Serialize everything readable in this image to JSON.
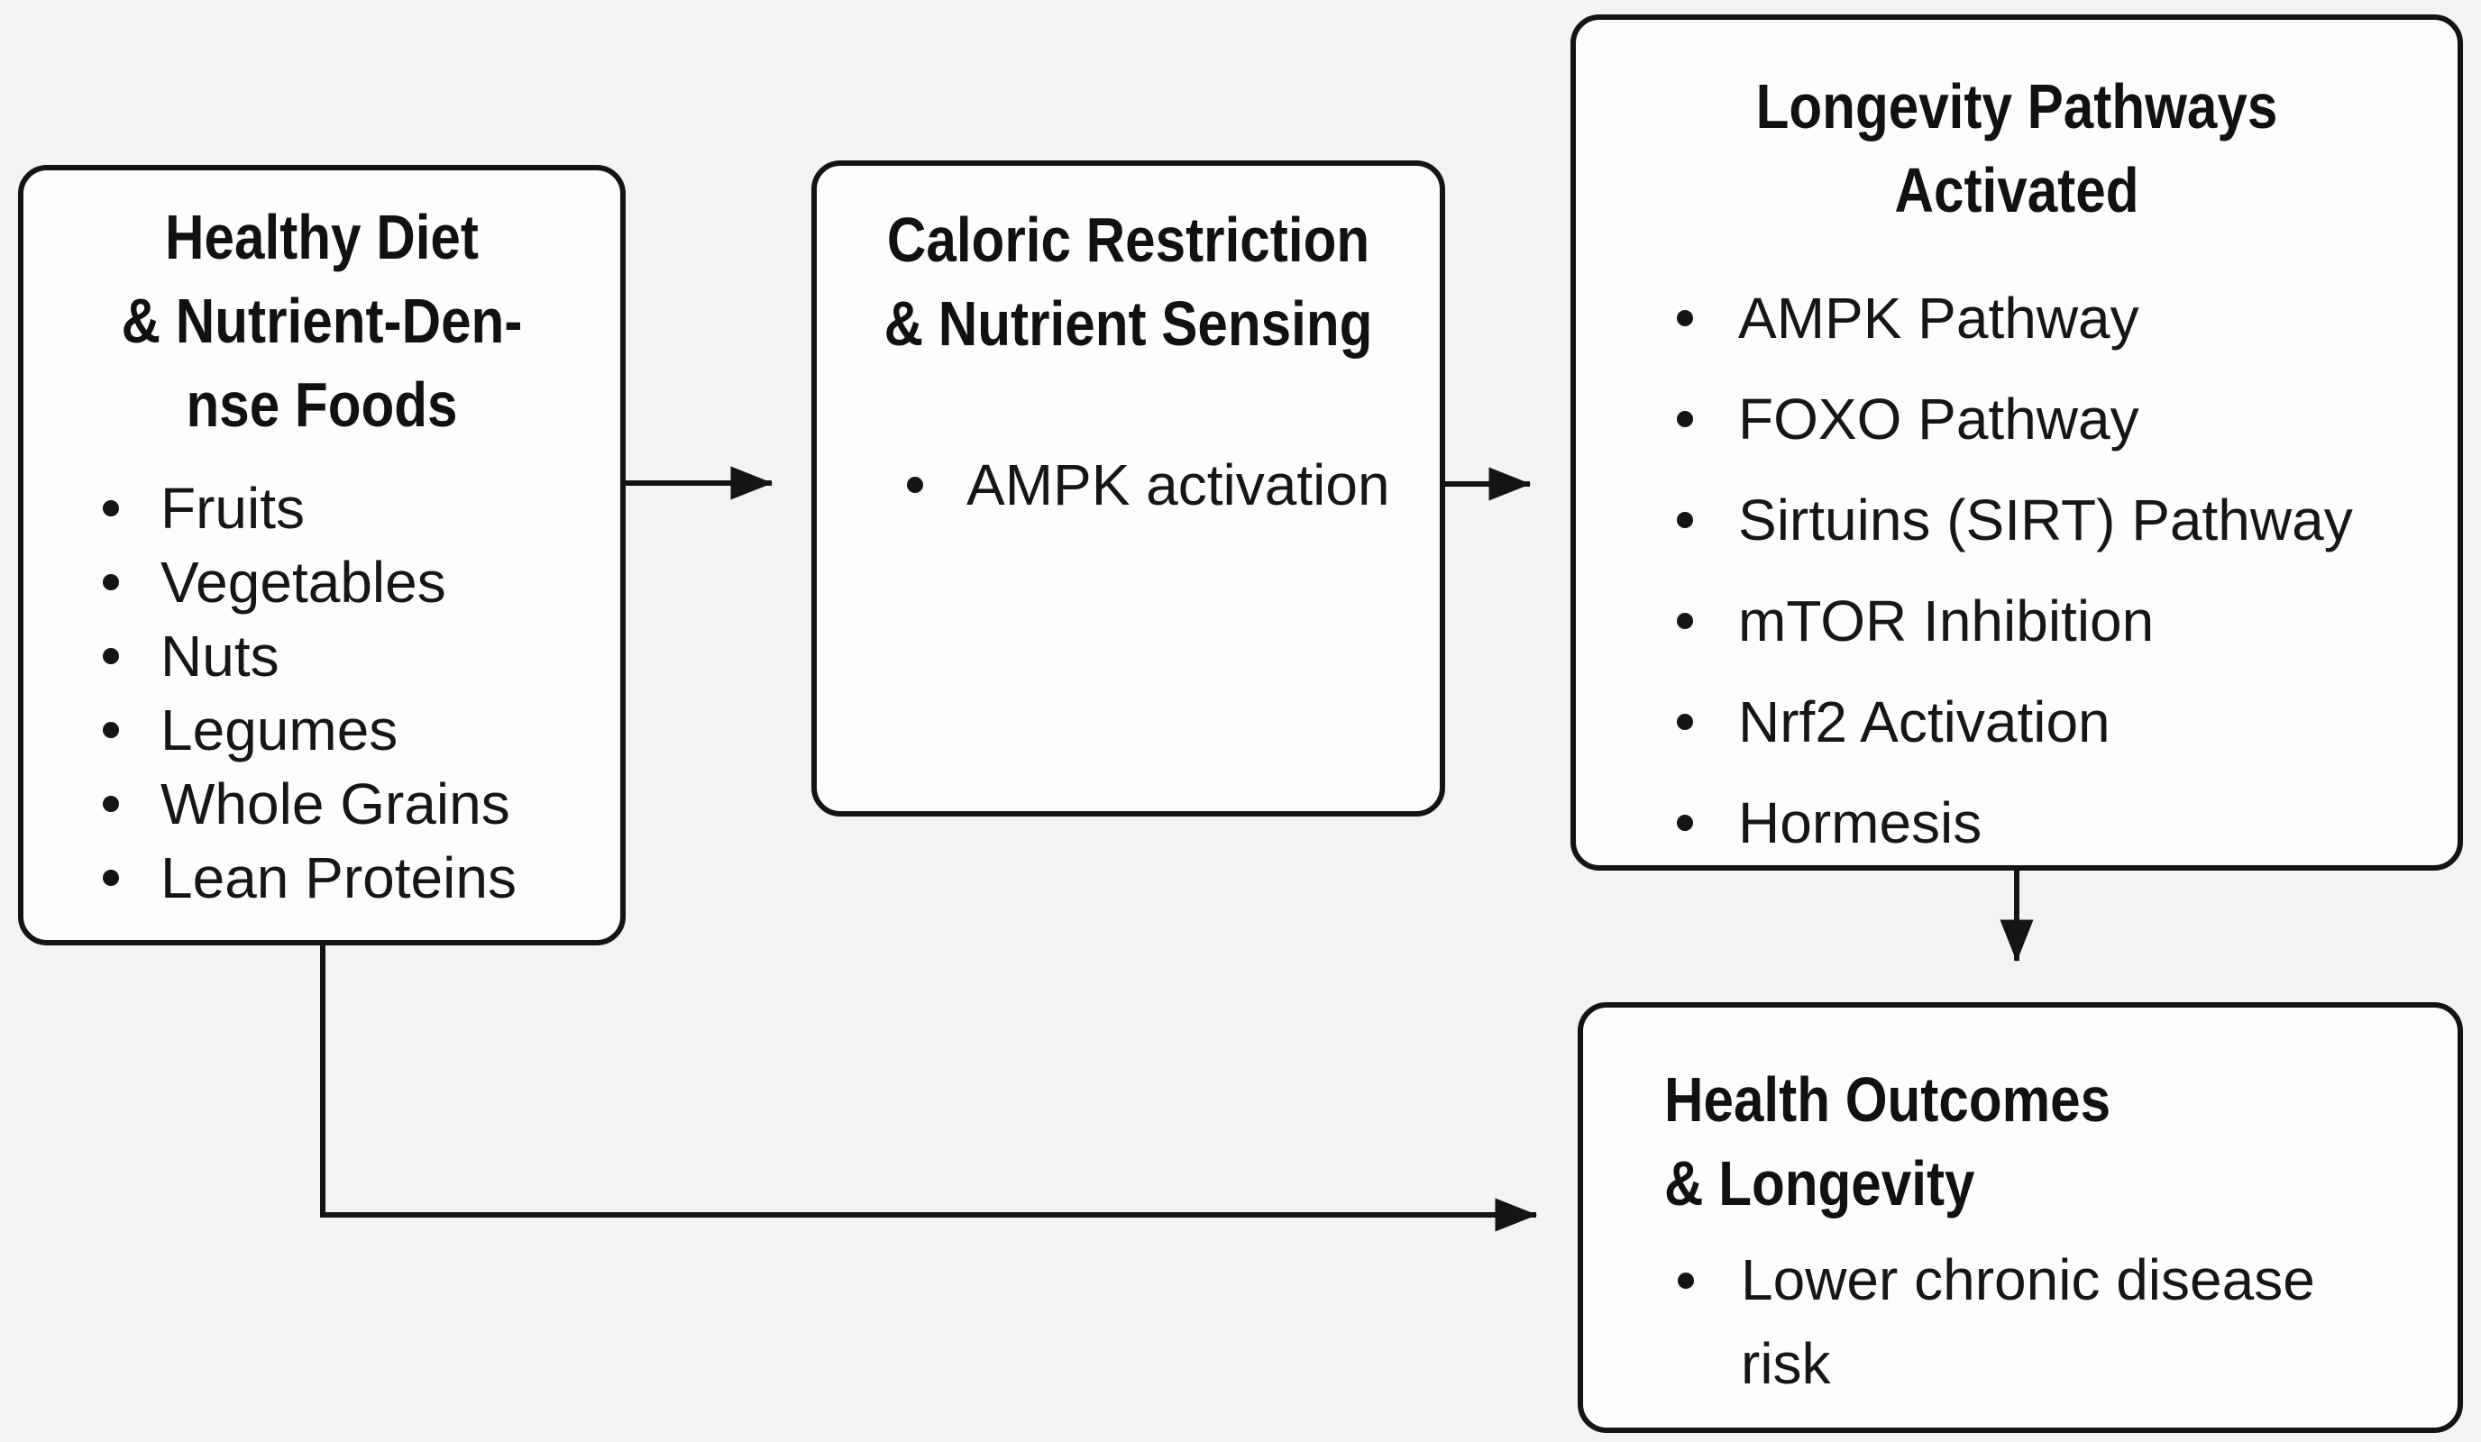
{
  "diagram": {
    "background_color": "#f3f3f4",
    "box_fill_color": "#fdfdfd",
    "stroke_color": "#141414",
    "boxes": {
      "healthy_diet": {
        "title_lines": [
          "Healthy Diet",
          "& Nutrient-Den-",
          "nse Foods"
        ],
        "items": [
          "Fruits",
          "Vegetables",
          "Nuts",
          "Legumes",
          "Whole Grains",
          "Lean Proteins"
        ]
      },
      "caloric_restriction": {
        "title_lines": [
          "Caloric Restriction",
          "& Nutrient Sensing"
        ],
        "items": [
          "AMPK activation"
        ]
      },
      "longevity_pathways": {
        "title_lines": [
          "Longevity Pathways",
          "Activated"
        ],
        "items": [
          "AMPK Pathway",
          "FOXO Pathway",
          "Sirtuins (SIRT) Pathway",
          "mTOR Inhibition",
          "Nrf2 Activation",
          "Hormesis"
        ]
      },
      "health_outcomes": {
        "title_lines": [
          "Health Outcomes",
          "& Longevity"
        ],
        "items": [
          "Lower chronic disease risk"
        ]
      }
    },
    "connectors": [
      {
        "from": "healthy_diet",
        "to": "caloric_restriction"
      },
      {
        "from": "caloric_restriction",
        "to": "longevity_pathways"
      },
      {
        "from": "longevity_pathways",
        "to": "health_outcomes"
      },
      {
        "from": "healthy_diet",
        "to": "health_outcomes"
      }
    ]
  }
}
